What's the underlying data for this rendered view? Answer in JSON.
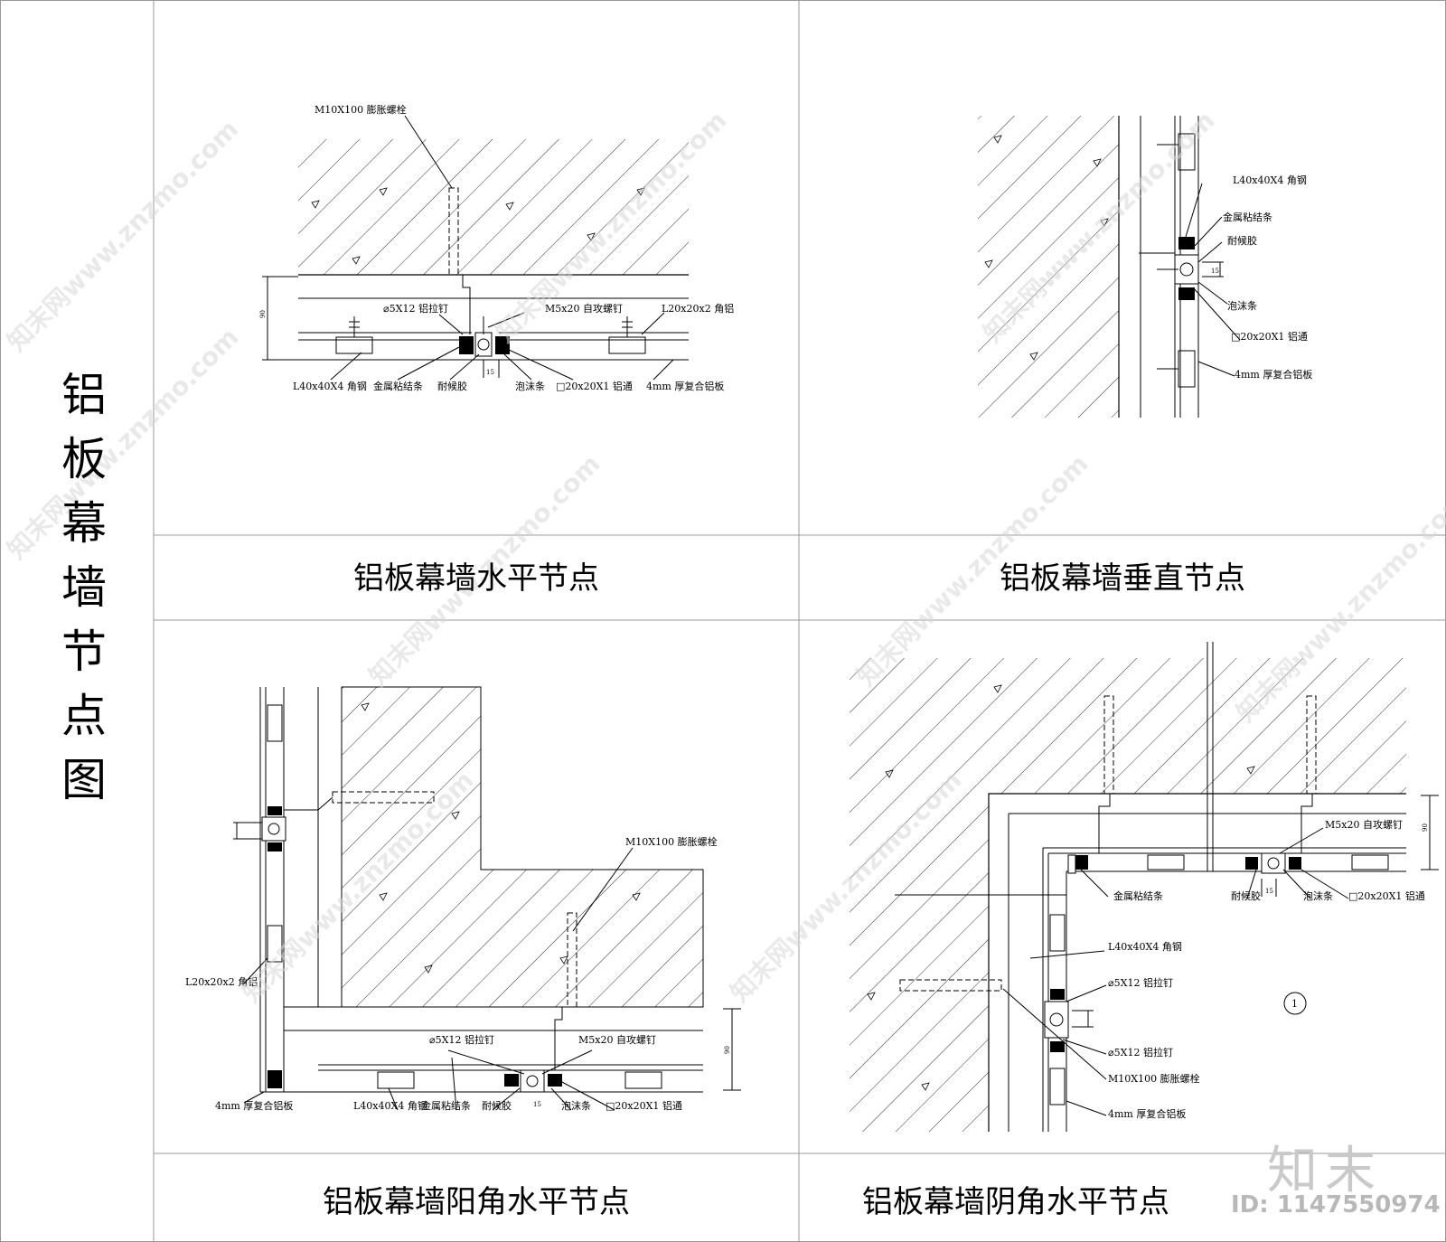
{
  "side_title": [
    "铝",
    "板",
    "幕",
    "墙",
    "节",
    "点",
    "图"
  ],
  "captions": {
    "top_left": "铝板幕墙水平节点",
    "top_right": "铝板幕墙垂直节点",
    "bottom_left": "铝板幕墙阳角水平节点",
    "bottom_right": "铝板幕墙阴角水平节点"
  },
  "panel1": {
    "bolt": "M10X100 膨胀螺栓",
    "rivet": "⌀5X12 铝拉钉",
    "screw": "M5x20 自攻螺钉",
    "angle_al": "L20x20x2 角铝",
    "angle_steel": "L40x40X4 角钢",
    "metal_strip": "金属粘结条",
    "sealant": "耐候胶",
    "foam": "泡沫条",
    "tube": "□20x20X1 铝通",
    "panel": "4mm 厚复合铝板",
    "dim_90": "90",
    "dim_15": "15"
  },
  "panel2": {
    "angle_steel": "L40x40X4 角钢",
    "metal_strip": "金属粘结条",
    "sealant": "耐候胶",
    "foam": "泡沫条",
    "tube": "□20x20X1 铝通",
    "panel": "4mm 厚复合铝板",
    "dim_15": "15"
  },
  "panel3": {
    "bolt": "M10X100 膨胀螺栓",
    "angle_al": "L20x20x2 角铝",
    "rivet": "⌀5X12 铝拉钉",
    "screw": "M5x20 自攻螺钉",
    "panel": "4mm 厚复合铝板",
    "angle_steel": "L40x40X4 角钢",
    "metal_strip": "金属粘结条",
    "sealant": "耐候胶",
    "foam": "泡沫条",
    "tube": "□20x20X1 铝通",
    "dim_90": "90",
    "dim_15": "15"
  },
  "panel4": {
    "screw": "M5x20 自攻螺钉",
    "metal_strip": "金属粘结条",
    "sealant": "耐候胶",
    "foam": "泡沫条",
    "tube": "□20x20X1 铝通",
    "angle_steel": "L40x40X4 角钢",
    "rivet1": "⌀5X12 铝拉钉",
    "rivet2": "⌀5X12 铝拉钉",
    "bolt": "M10X100 膨胀螺栓",
    "panel": "4mm 厚复合铝板",
    "mark": "1",
    "dim_90": "90",
    "dim_15": "15"
  },
  "watermark": "知末网www.znzmo.com",
  "logo": "知末",
  "id_text": "ID: 1147550974"
}
